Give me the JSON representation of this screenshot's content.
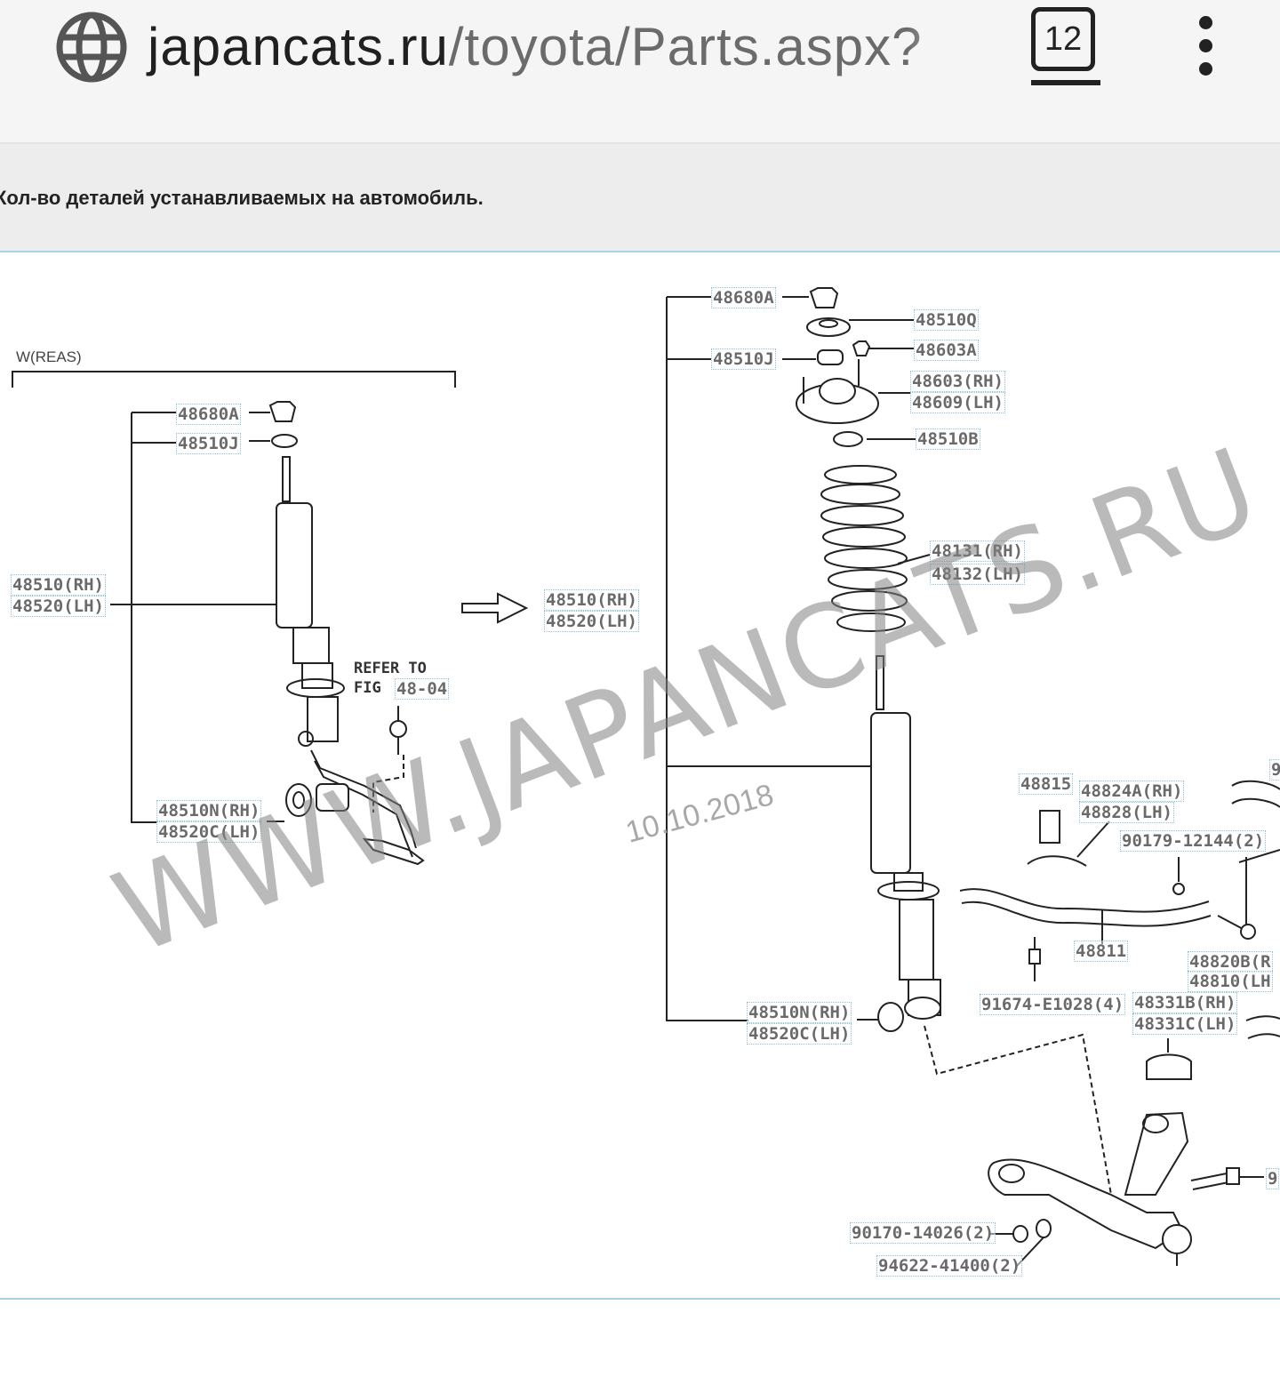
{
  "browser": {
    "url_host": "japancats.ru",
    "url_path": "/toyota/Parts.aspx?",
    "tab_count": "12"
  },
  "info": {
    "text": "Кол-во деталей устанавливаемых на автомобиль."
  },
  "diagram": {
    "section_label": "W(REAS)",
    "refer_line1": "REFER TO",
    "refer_line2": "FIG",
    "refer_fig": "48-04",
    "watermark": "WWW.JAPANCATS.RU",
    "date": "10.10.2018",
    "left_labels": {
      "p48680A": "48680A",
      "p48510J": "48510J",
      "p48510rh": "48510(RH)",
      "p48520lh": "48520(LH)",
      "p48510N": "48510N(RH)",
      "p48520C": "48520C(LH)"
    },
    "right_labels": {
      "p48680A": "48680A",
      "p48510Q": "48510Q",
      "p48510J": "48510J",
      "p48603A": "48603A",
      "p48603rh": "48603(RH)",
      "p48609lh": "48609(LH)",
      "p48510B": "48510B",
      "p48131rh": "48131(RH)",
      "p48132lh": "48132(LH)",
      "p48510rh": "48510(RH)",
      "p48520lh": "48520(LH)",
      "p48815": "48815",
      "p48824A": "48824A(RH)",
      "p48828": "48828(LH)",
      "p90179": "90179-12144(2)",
      "p48811": "48811",
      "p48820B": "48820B(R",
      "p48810": "48810(LH",
      "p91674": "91674-E1028(4)",
      "p48331B": "48331B(RH)",
      "p48331C": "48331C(LH)",
      "p48510N": "48510N(RH)",
      "p48520C": "48520C(LH)",
      "p90170": "90170-14026(2)",
      "p94622": "94622-41400(2)",
      "p9a": "9",
      "p9b": "9"
    }
  }
}
